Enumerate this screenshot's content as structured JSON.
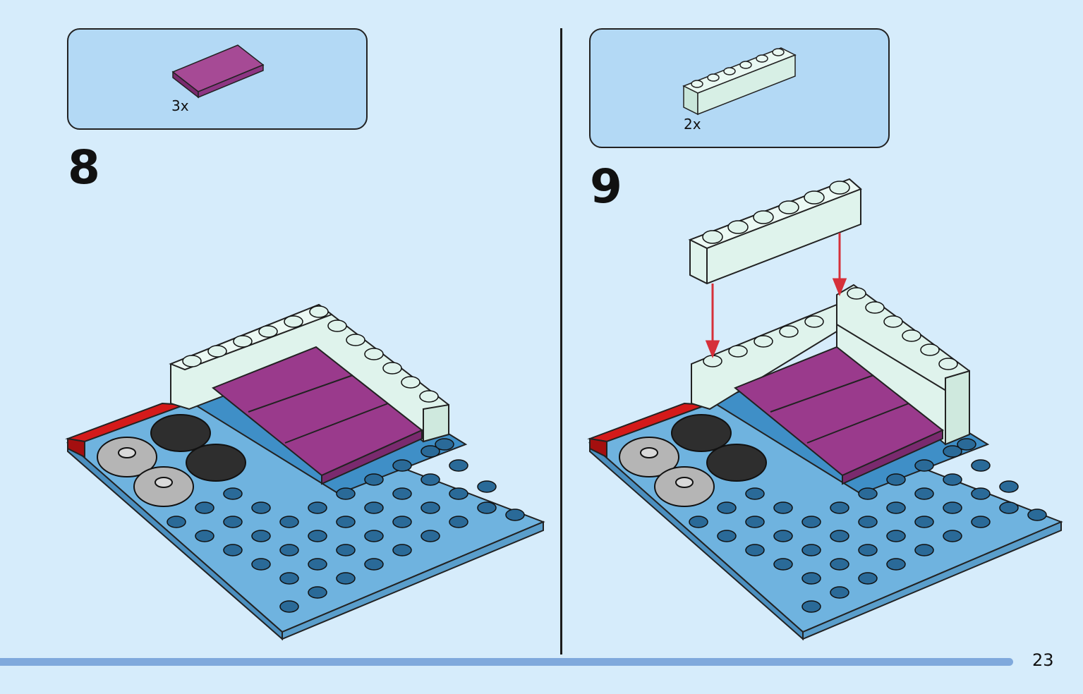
{
  "page": {
    "number": "23"
  },
  "steps": [
    {
      "number": "8",
      "parts": [
        {
          "quantity": "3x",
          "part": "magenta-tile-icon",
          "color": "#9a3a8c"
        }
      ]
    },
    {
      "number": "9",
      "parts": [
        {
          "quantity": "2x",
          "part": "mint-brick-1x6-icon",
          "color": "#dff3ec"
        }
      ]
    }
  ],
  "colors": {
    "background": "#d6ecfb",
    "parts_box": "#b3d9f5",
    "baseplate": "#5fa8d6",
    "mint_brick": "#dff3ec",
    "magenta_tile": "#9a3a8c",
    "red_slope": "#d41a1a",
    "arrow": "#d6303a",
    "progress": "#80a9dc"
  }
}
